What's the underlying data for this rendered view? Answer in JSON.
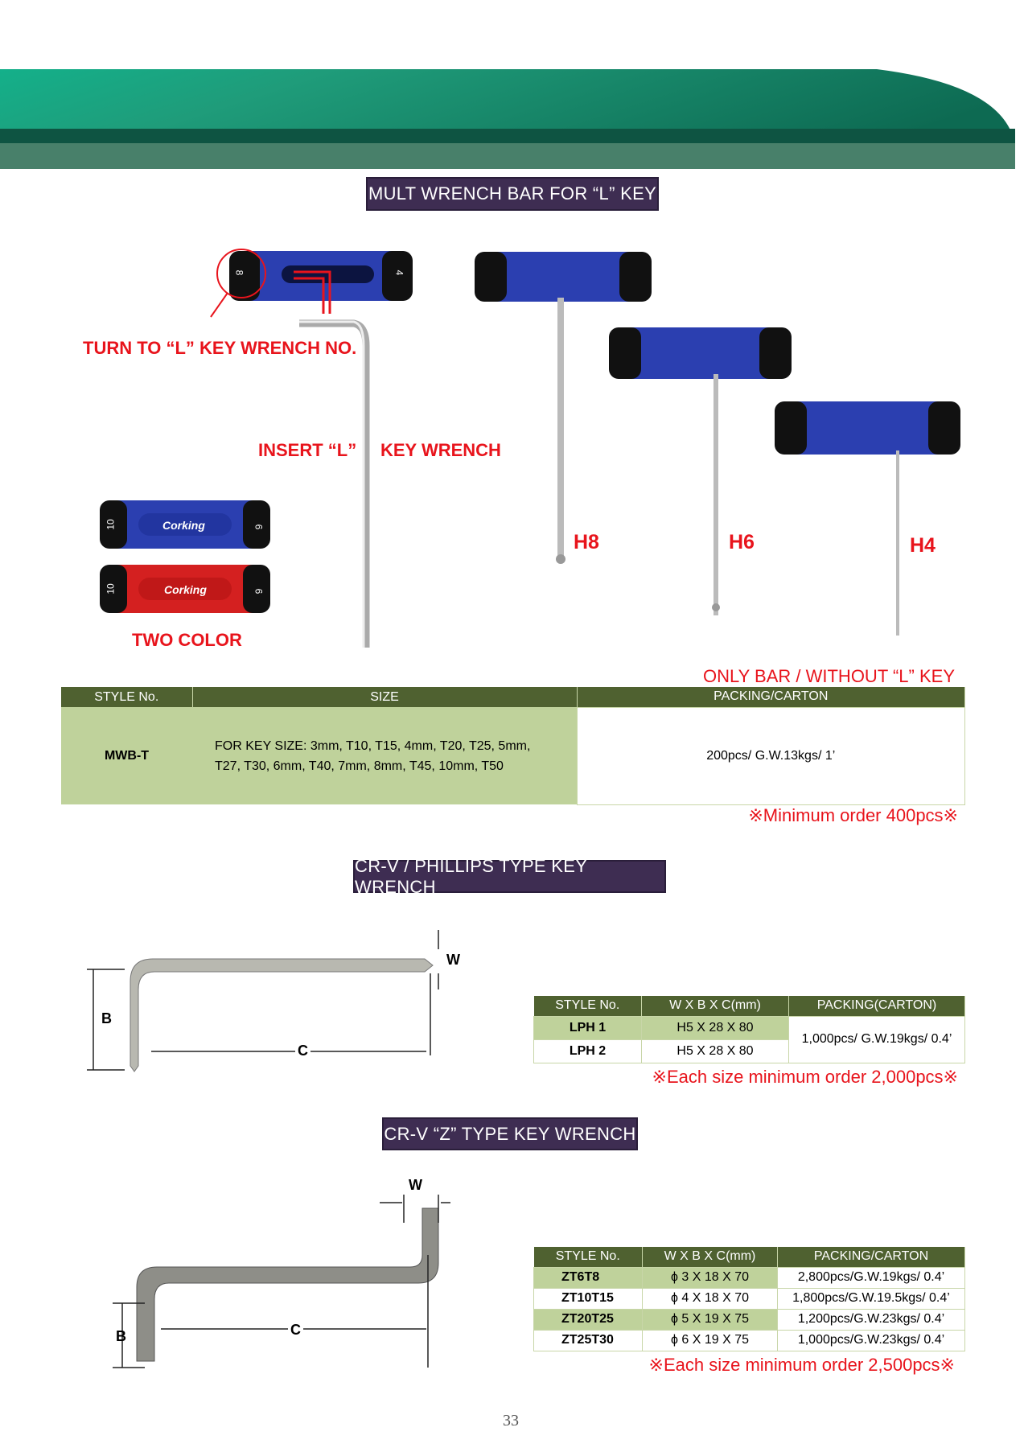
{
  "sections": [
    {
      "title": "MULT WRENCH BAR FOR “L” KEY"
    },
    {
      "title": "CR-V / PHILLIPS TYPE KEY WRENCH"
    },
    {
      "title": "CR-V “Z” TYPE KEY WRENCH"
    }
  ],
  "wrench_bar": {
    "labels": {
      "turn": "TURN TO “L” KEY WRENCH NO.",
      "insert": "INSERT “L”",
      "key_wrench": "KEY WRENCH",
      "h8": "H8",
      "h6": "H6",
      "h4": "H4",
      "two_color": "TWO COLOR",
      "brand": "Corking",
      "handle_num_a": "10",
      "handle_num_b": "6",
      "handle_num_c": "8",
      "handle_num_d": "4"
    },
    "only_bar": "ONLY BAR / WITHOUT  “L” KEY",
    "table": {
      "headers": [
        "STYLE No.",
        "SIZE",
        "PACKING/CARTON"
      ],
      "rows": [
        {
          "style": "MWB-T",
          "size_line1": "FOR KEY SIZE: 3mm, T10, T15, 4mm, T20, T25, 5mm,",
          "size_line2": "T27, T30, 6mm, T40, 7mm, 8mm, T45, 10mm, T50",
          "packing": "200pcs/ G.W.13kgs/ 1’"
        }
      ]
    },
    "note": "※Minimum order 400pcs※"
  },
  "phillips": {
    "dims": {
      "w": "W",
      "b": "B",
      "c": "C"
    },
    "table": {
      "headers": [
        "STYLE No.",
        "W X B X C(mm)",
        "PACKING(CARTON)"
      ],
      "rows": [
        {
          "style": "LPH 1",
          "size": "H5 X 28 X 80"
        },
        {
          "style": "LPH 2",
          "size": "H5 X 28 X 80"
        }
      ],
      "packing": "1,000pcs/ G.W.19kgs/ 0.4’"
    },
    "note": "※Each size minimum order 2,000pcs※"
  },
  "ztype": {
    "dims": {
      "w": "W",
      "b": "B",
      "c": "C"
    },
    "table": {
      "headers": [
        "STYLE No.",
        "W X B X C(mm)",
        "PACKING/CARTON"
      ],
      "rows": [
        {
          "style": "ZT6T8",
          "size": "ϕ 3 X 18 X 70",
          "packing": "2,800pcs/G.W.19kgs/ 0.4’"
        },
        {
          "style": "ZT10T15",
          "size": "ϕ 4 X 18 X 70",
          "packing": "1,800pcs/G.W.19.5kgs/ 0.4’"
        },
        {
          "style": "ZT20T25",
          "size": "ϕ 5 X 19 X 75",
          "packing": "1,200pcs/G.W.23kgs/ 0.4’"
        },
        {
          "style": "ZT25T30",
          "size": "ϕ 6 X 19 X 75",
          "packing": "1,000pcs/G.W.23kgs/ 0.4’"
        }
      ]
    },
    "note": "※Each size minimum order 2,500pcs※"
  },
  "page_number": "33",
  "colors": {
    "banner": "#12876a",
    "title_bg": "#3e2d52",
    "header_bg": "#4f6130",
    "row_green": "#bfd29b",
    "accent_red": "#e8141c",
    "handle_blue": "#2b3fb0",
    "handle_red": "#d42020"
  }
}
